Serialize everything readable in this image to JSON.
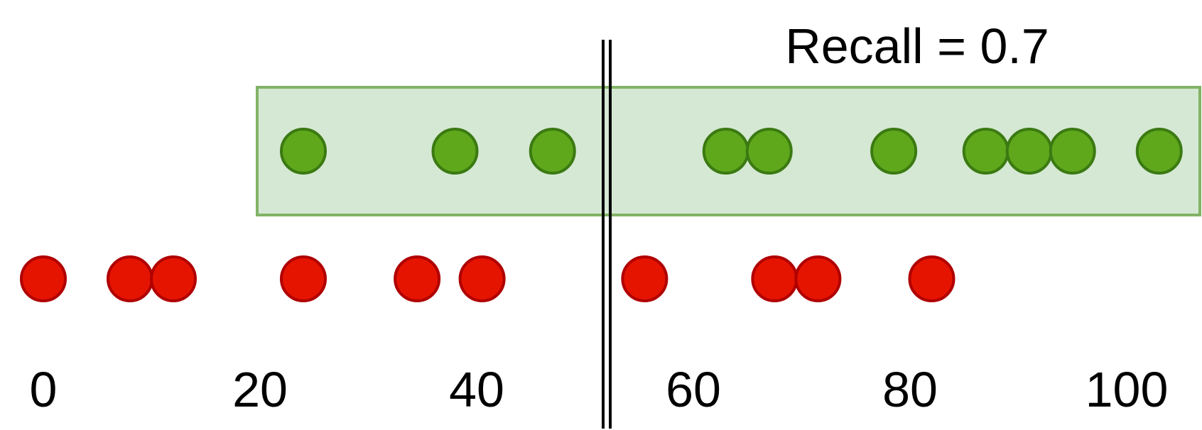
{
  "title": "Recall = 0.7",
  "axis": {
    "ticks": [
      0,
      20,
      40,
      60,
      80,
      100
    ]
  },
  "threshold": 52,
  "positives": [
    24,
    38,
    47,
    63,
    67,
    78.5,
    87,
    91,
    95,
    103
  ],
  "negatives": [
    0,
    8,
    12,
    24,
    34.5,
    40.5,
    55.5,
    67.5,
    71.5,
    82
  ],
  "colors": {
    "positive_fill": "#5fa81c",
    "positive_stroke": "#3b7a12",
    "negative_fill": "#e51400",
    "negative_stroke": "#b00000",
    "box_fill": "#d5e8d4",
    "box_stroke": "#82b366",
    "threshold_line": "#000000"
  }
}
